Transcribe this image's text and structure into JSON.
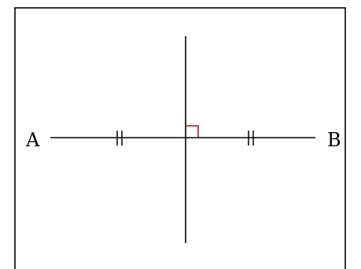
{
  "diagram": {
    "type": "perpendicular-bisector",
    "points": {
      "left_label": "A",
      "right_label": "B"
    },
    "segment_tick_marks": "double",
    "right_angle_marker": true,
    "colors": {
      "line": "#000000",
      "right_angle_marker": "#cc0000",
      "background": "#ffffff"
    }
  }
}
